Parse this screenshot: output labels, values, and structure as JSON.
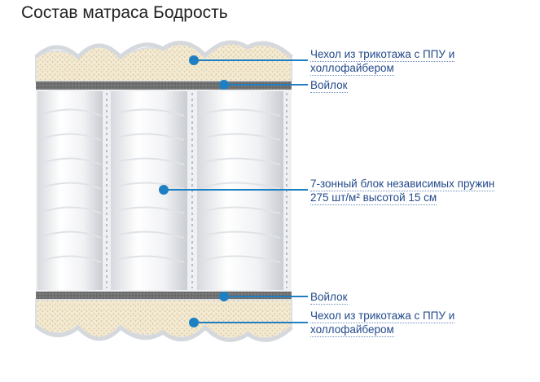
{
  "title": "Состав матраса Бодрость",
  "layers": [
    {
      "id": "cover-top",
      "lines": [
        "Чехол из трикотажа с ППУ и",
        "холлофайбером"
      ]
    },
    {
      "id": "felt-top",
      "lines": [
        "Войлок"
      ]
    },
    {
      "id": "springs",
      "lines": [
        "7-зонный блок независимых пружин",
        "275 шт/м² высотой 15 см"
      ]
    },
    {
      "id": "felt-bottom",
      "lines": [
        "Войлок"
      ]
    },
    {
      "id": "cover-bottom",
      "lines": [
        "Чехол из трикотажа с ППУ и",
        "холлофайбером"
      ]
    }
  ],
  "colors": {
    "accent": "#1e7fc2",
    "label_text": "#234a8a",
    "felt": "#6e6e6e",
    "cover_fill": "#efe3c8"
  }
}
